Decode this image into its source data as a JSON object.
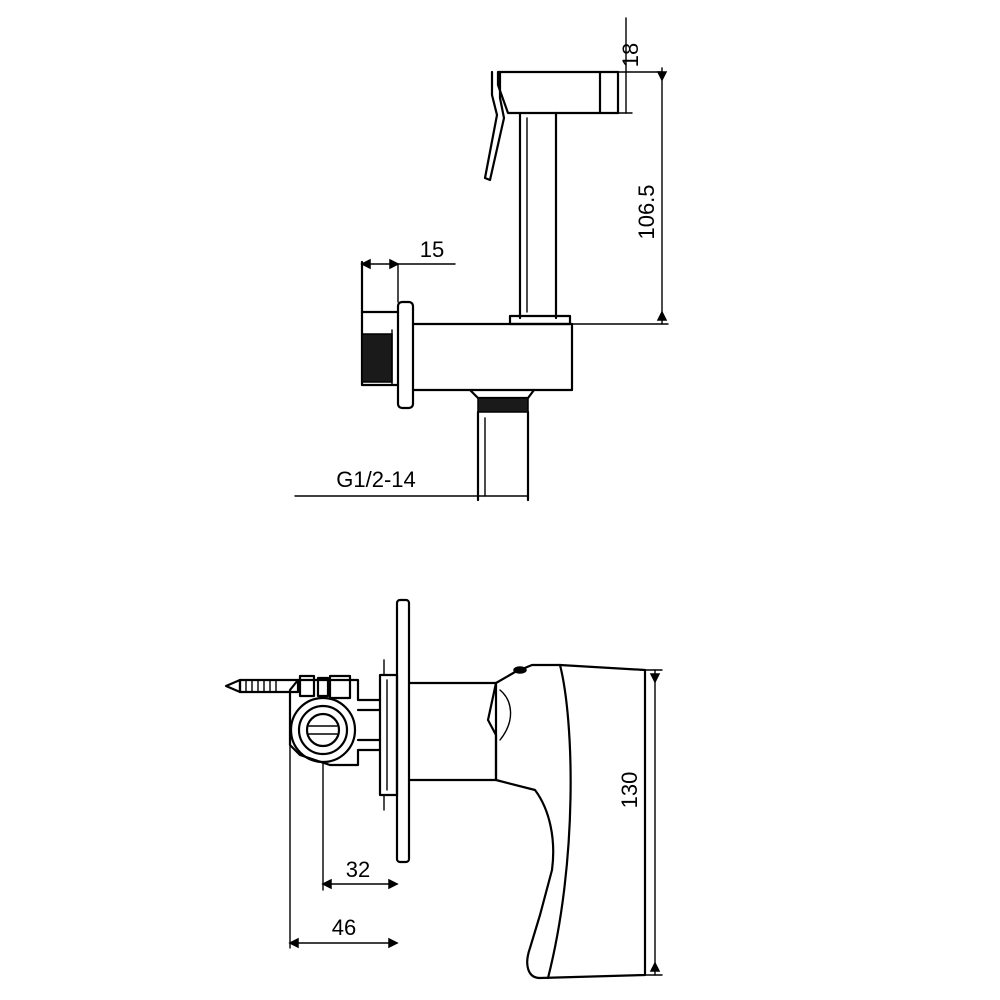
{
  "drawing": {
    "dimensions": {
      "handle_top_thickness": "18",
      "spray_height": "106.5",
      "holder_depth": "15",
      "thread": "G1/2-14",
      "valve_offset_inner": "32",
      "valve_offset_outer": "46",
      "mixer_height": "130"
    }
  }
}
